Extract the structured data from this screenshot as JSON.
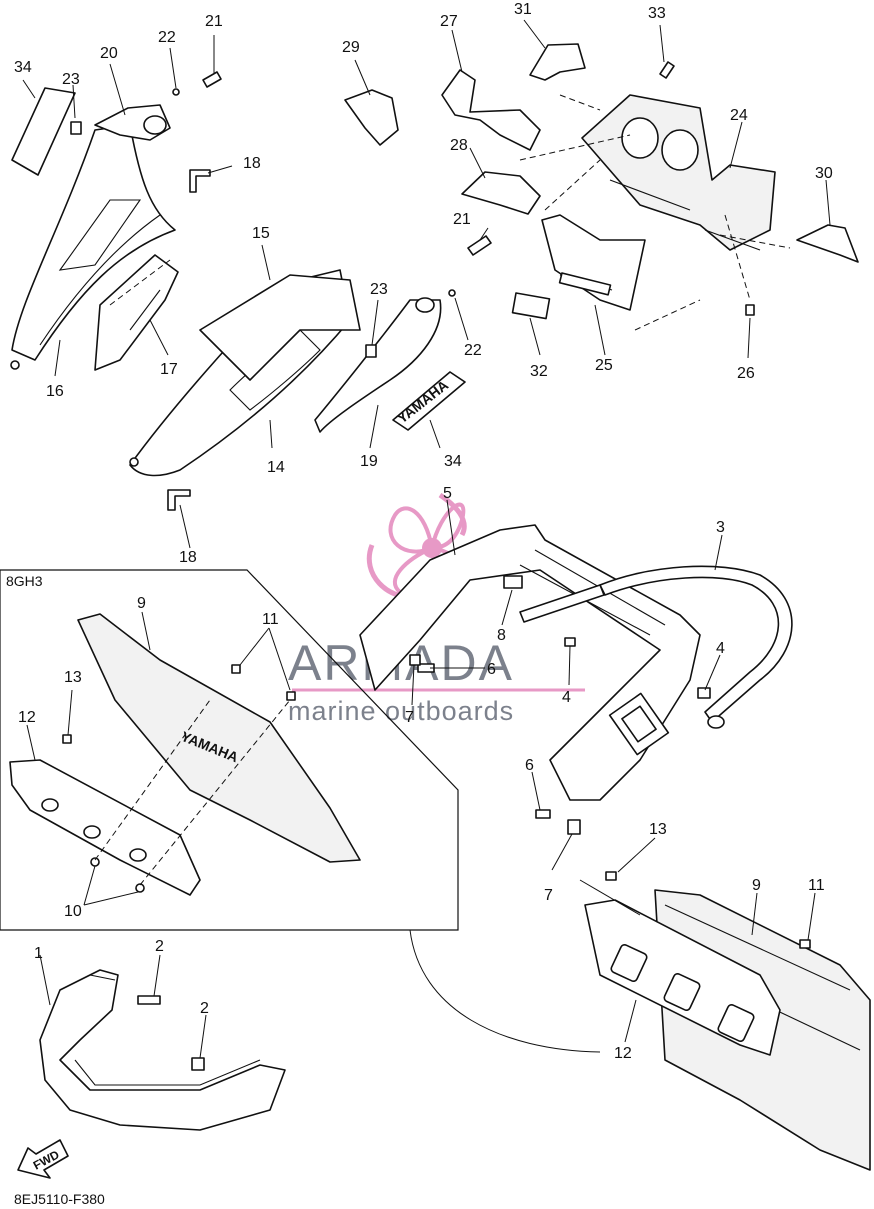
{
  "diagram": {
    "part_code": "8EJ5110-F380",
    "inset_label": "8GH3",
    "fwd_marker": "FWD",
    "decal_text": "YAMAHA",
    "plate_text": "YAMAHA",
    "watermark": {
      "brand": "ARMADA",
      "tagline": "marine outboards",
      "accent_color": "#e58fc0",
      "text_color": "#555a6a"
    },
    "callouts": [
      "34",
      "23",
      "20",
      "22",
      "21",
      "18",
      "16",
      "17",
      "15",
      "14",
      "18",
      "29",
      "27",
      "31",
      "33",
      "28",
      "24",
      "30",
      "21",
      "23",
      "22",
      "32",
      "25",
      "26",
      "19",
      "34",
      "5",
      "3",
      "8",
      "6",
      "4",
      "4",
      "7",
      "6",
      "7",
      "9",
      "11",
      "13",
      "12",
      "10",
      "13",
      "9",
      "11",
      "12",
      "1",
      "2",
      "2"
    ]
  }
}
